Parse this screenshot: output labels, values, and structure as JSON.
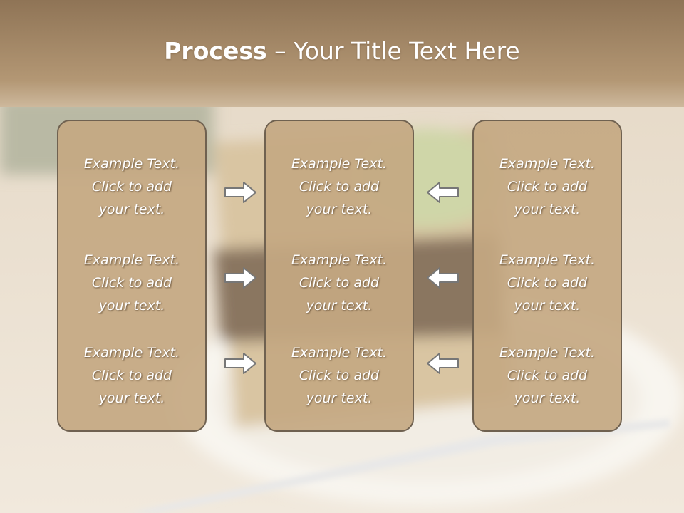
{
  "title": {
    "bold": "Process",
    "rest": " – Your Title Text Here"
  },
  "panels": [
    {
      "blocks": [
        [
          "Example Text.",
          "Click  to add",
          "your text."
        ],
        [
          "Example Text.",
          "Click  to add",
          "your text."
        ],
        [
          "Example Text.",
          "Click  to add",
          "your text."
        ]
      ]
    },
    {
      "blocks": [
        [
          "Example Text.",
          "Click  to add",
          "your text."
        ],
        [
          "Example Text.",
          "Click  to add",
          "your text."
        ],
        [
          "Example Text.",
          "Click  to add",
          "your text."
        ]
      ]
    },
    {
      "blocks": [
        [
          "Example Text.",
          "Click  to add",
          "your text."
        ],
        [
          "Example Text.",
          "Click  to add",
          "your text."
        ],
        [
          "Example Text.",
          "Click  to add",
          "your text."
        ]
      ]
    }
  ],
  "arrows": {
    "left_column": "arrow-right-icon",
    "right_column": "arrow-left-icon"
  },
  "colors": {
    "header_band": "#a98c69",
    "panel_fill": "#c4a882",
    "panel_border": "#6f6150",
    "arrow_stroke": "#777777"
  }
}
